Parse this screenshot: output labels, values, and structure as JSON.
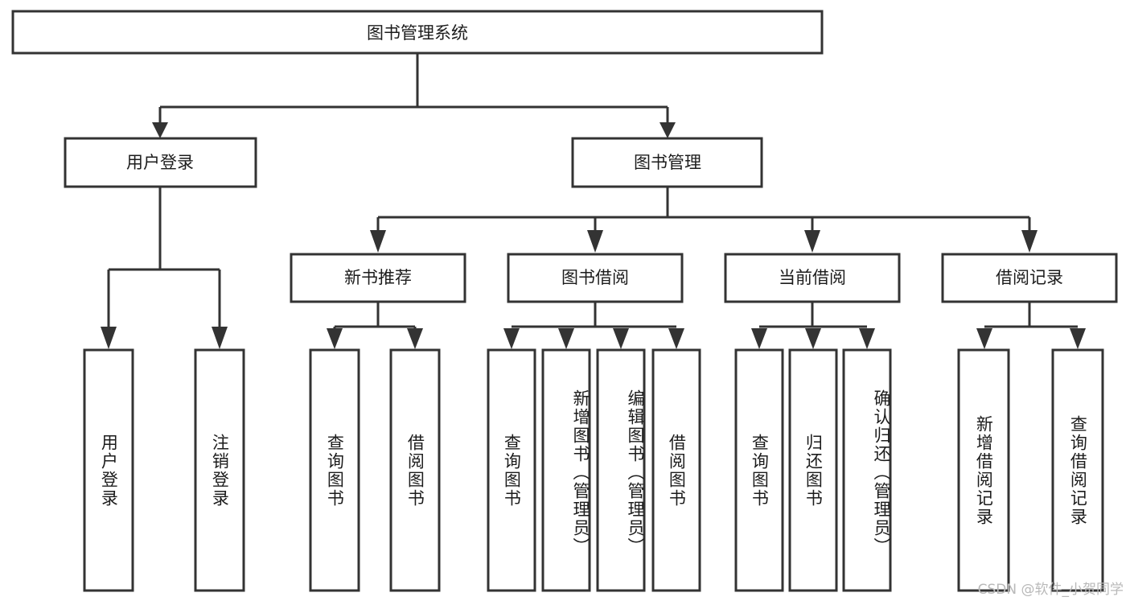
{
  "diagram": {
    "title": "图书管理系统",
    "type": "tree-hierarchy-diagram",
    "colors": {
      "box_fill": "#ffffff",
      "box_stroke": "#333333",
      "text": "#1c1c1c",
      "background": "#ffffff",
      "watermark": "#b9b9b9"
    },
    "root": {
      "label": "图书管理系统"
    },
    "level2": [
      {
        "label": "用户登录"
      },
      {
        "label": "图书管理"
      }
    ],
    "level3": [
      {
        "label": "新书推荐"
      },
      {
        "label": "图书借阅"
      },
      {
        "label": "当前借阅"
      },
      {
        "label": "借阅记录"
      }
    ],
    "leaves": {
      "user_login": [
        {
          "label": "用户登录"
        },
        {
          "label": "注销登录"
        }
      ],
      "new_book_recommend": [
        {
          "label": "查询图书"
        },
        {
          "label": "借阅图书"
        }
      ],
      "book_borrow": [
        {
          "label": "查询图书"
        },
        {
          "label": "新增图书（管理员）"
        },
        {
          "label": "编辑图书（管理员）"
        },
        {
          "label": "借阅图书"
        }
      ],
      "current_borrow": [
        {
          "label": "查询图书"
        },
        {
          "label": "归还图书"
        },
        {
          "label": "确认归还（管理员）"
        }
      ],
      "borrow_record": [
        {
          "label": "新增借阅记录"
        },
        {
          "label": "查询借阅记录"
        }
      ]
    }
  },
  "watermark": {
    "text": "CSDN @软件_小贺同学"
  }
}
